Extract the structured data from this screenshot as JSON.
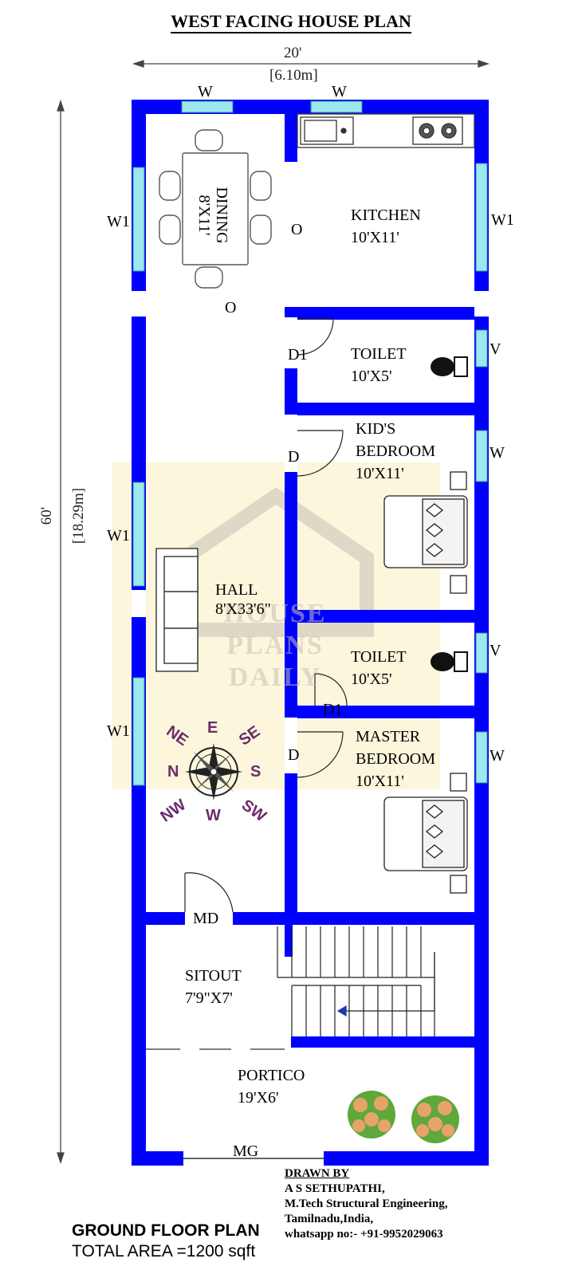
{
  "title": "WEST FACING HOUSE PLAN",
  "dimensions": {
    "width_ft": "20'",
    "width_m": "[6.10m]",
    "length_ft": "60'",
    "length_m": "[18.29m]"
  },
  "rooms": {
    "dining": {
      "name": "DINING",
      "size": "8'X11'"
    },
    "kitchen": {
      "name": "KITCHEN",
      "size": "10'X11'"
    },
    "toilet_1": {
      "name": "TOILET",
      "size": "10'X5'"
    },
    "kids_bedroom": {
      "name_line1": "KID'S",
      "name_line2": "BEDROOM",
      "size": "10'X11'"
    },
    "hall": {
      "name": "HALL",
      "size": "8'X33'6\""
    },
    "toilet_2": {
      "name": "TOILET",
      "size": "10'X5'"
    },
    "master_bedroom": {
      "name_line1": "MASTER",
      "name_line2": "BEDROOM",
      "size": "10'X11'"
    },
    "sitout": {
      "name": "SITOUT",
      "size": "7'9\"X7'"
    },
    "portico": {
      "name": "PORTICO",
      "size": "19'X6'"
    }
  },
  "openings": {
    "window_top_left": "W",
    "window_top_right": "W",
    "w1_dining": "W1",
    "w1_kitchen": "W1",
    "w1_hall_upper": "W1",
    "w1_hall_lower": "W1",
    "opening_kitchen": "O",
    "opening_dining": "O",
    "door_toilet_1": "D1",
    "ventilator_1": "V",
    "door_kids": "D",
    "window_kids": "W",
    "ventilator_2": "V",
    "door_toilet_2": "D1",
    "door_master": "D",
    "window_master": "W",
    "main_door": "MD",
    "main_gate": "MG"
  },
  "compass": {
    "N": "N",
    "S": "S",
    "E": "E",
    "W": "W",
    "NE": "NE",
    "SE": "SE",
    "NW": "NW",
    "SW": "SW"
  },
  "watermark": [
    "HOUSE",
    "PLANS",
    "DAILY"
  ],
  "footer": {
    "plan_title": "GROUND FLOOR PLAN",
    "total_area": "TOTAL AREA =1200 sqft",
    "drawn_by_label": "DRAWN BY",
    "drawn_by_lines": [
      "A S SETHUPATHI,",
      "M.Tech Structural Engineering,",
      "Tamilnadu,India,",
      "whatsapp no:- +91-9952029063"
    ]
  },
  "colors": {
    "wall": "#0000ff",
    "window": "#9be8ee",
    "watermark_bg": "#fbf6dc",
    "compass": "#6b2c6b"
  }
}
